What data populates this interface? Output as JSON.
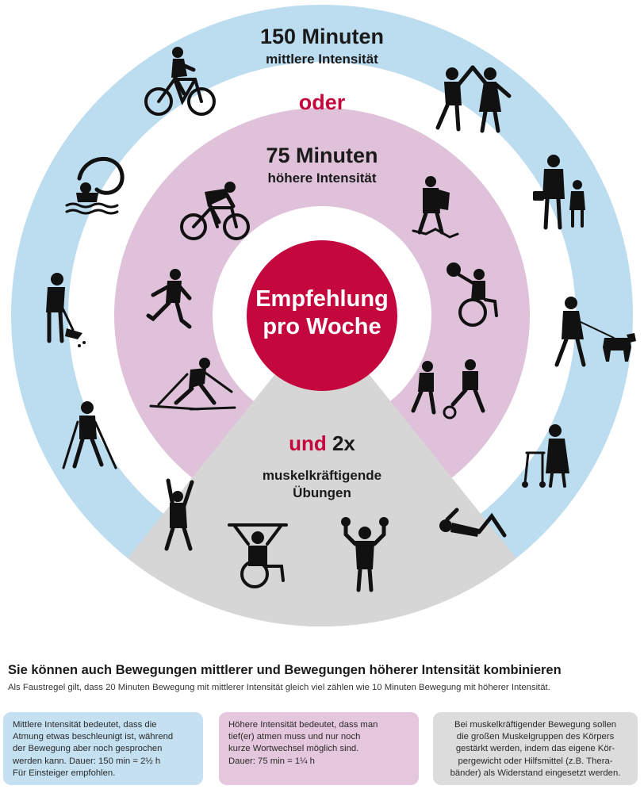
{
  "outer_ring": {
    "title": "150 Minuten",
    "subtitle": "mittlere Intensität",
    "connector": "oder",
    "color": "#bcdcf0"
  },
  "middle_ring": {
    "title": "75 Minuten",
    "subtitle": "höhere Intensität",
    "color": "#dfc1da"
  },
  "center": {
    "line1": "Empfehlung",
    "line2": "pro Woche",
    "color": "#c4083e"
  },
  "wedge": {
    "und": "und",
    "count": " 2x",
    "line1": "muskelkräftigende",
    "line2": "Übungen",
    "color": "#d6d6d6"
  },
  "icons": {
    "outer": [
      "cycling-icon",
      "dancing-couple-icon",
      "swimming-icon",
      "walking-with-child-icon",
      "sweeping-icon",
      "dog-walking-icon",
      "nordic-walking-icon",
      "walker-elderly-icon"
    ],
    "middle": [
      "road-cycling-icon",
      "hiking-icon",
      "running-icon",
      "wheelchair-basketball-icon",
      "cross-country-skiing-icon",
      "soccer-icon"
    ],
    "wedge": [
      "climbing-icon",
      "wheelchair-band-exercise-icon",
      "dumbbell-exercise-icon",
      "situps-icon"
    ]
  },
  "info": {
    "heading": "Sie können auch Bewegungen mittlerer und Bewegungen höherer Intensität kombinieren",
    "subheading": "Als Faustregel gilt, dass 20 Minuten Bewegung mit mittlerer Intensität gleich viel zählen wie 10 Minuten Bewegung mit höherer Intensität.",
    "boxes": [
      {
        "lines": [
          "Mittlere Intensität bedeutet, dass die",
          "Atmung etwas beschleunigt ist, während",
          "der Bewegung aber noch gesprochen",
          "werden kann. Dauer: 150 min = 2½ h",
          "Für Einsteiger empfohlen."
        ]
      },
      {
        "lines": [
          "Höhere Intensität bedeutet, dass man",
          "tief(er) atmen muss und nur noch",
          "kurze Wortwechsel möglich sind.",
          "Dauer: 75 min = 1¼ h"
        ]
      },
      {
        "lines": [
          "Bei muskelkräftigender Bewegung sollen",
          "die großen Muskelgruppen des Körpers",
          "gestärkt werden, indem das eigene Kör-",
          "pergewicht oder Hilfsmittel (z.B. Thera-",
          "bänder) als Widerstand eingesetzt werden."
        ]
      }
    ]
  }
}
